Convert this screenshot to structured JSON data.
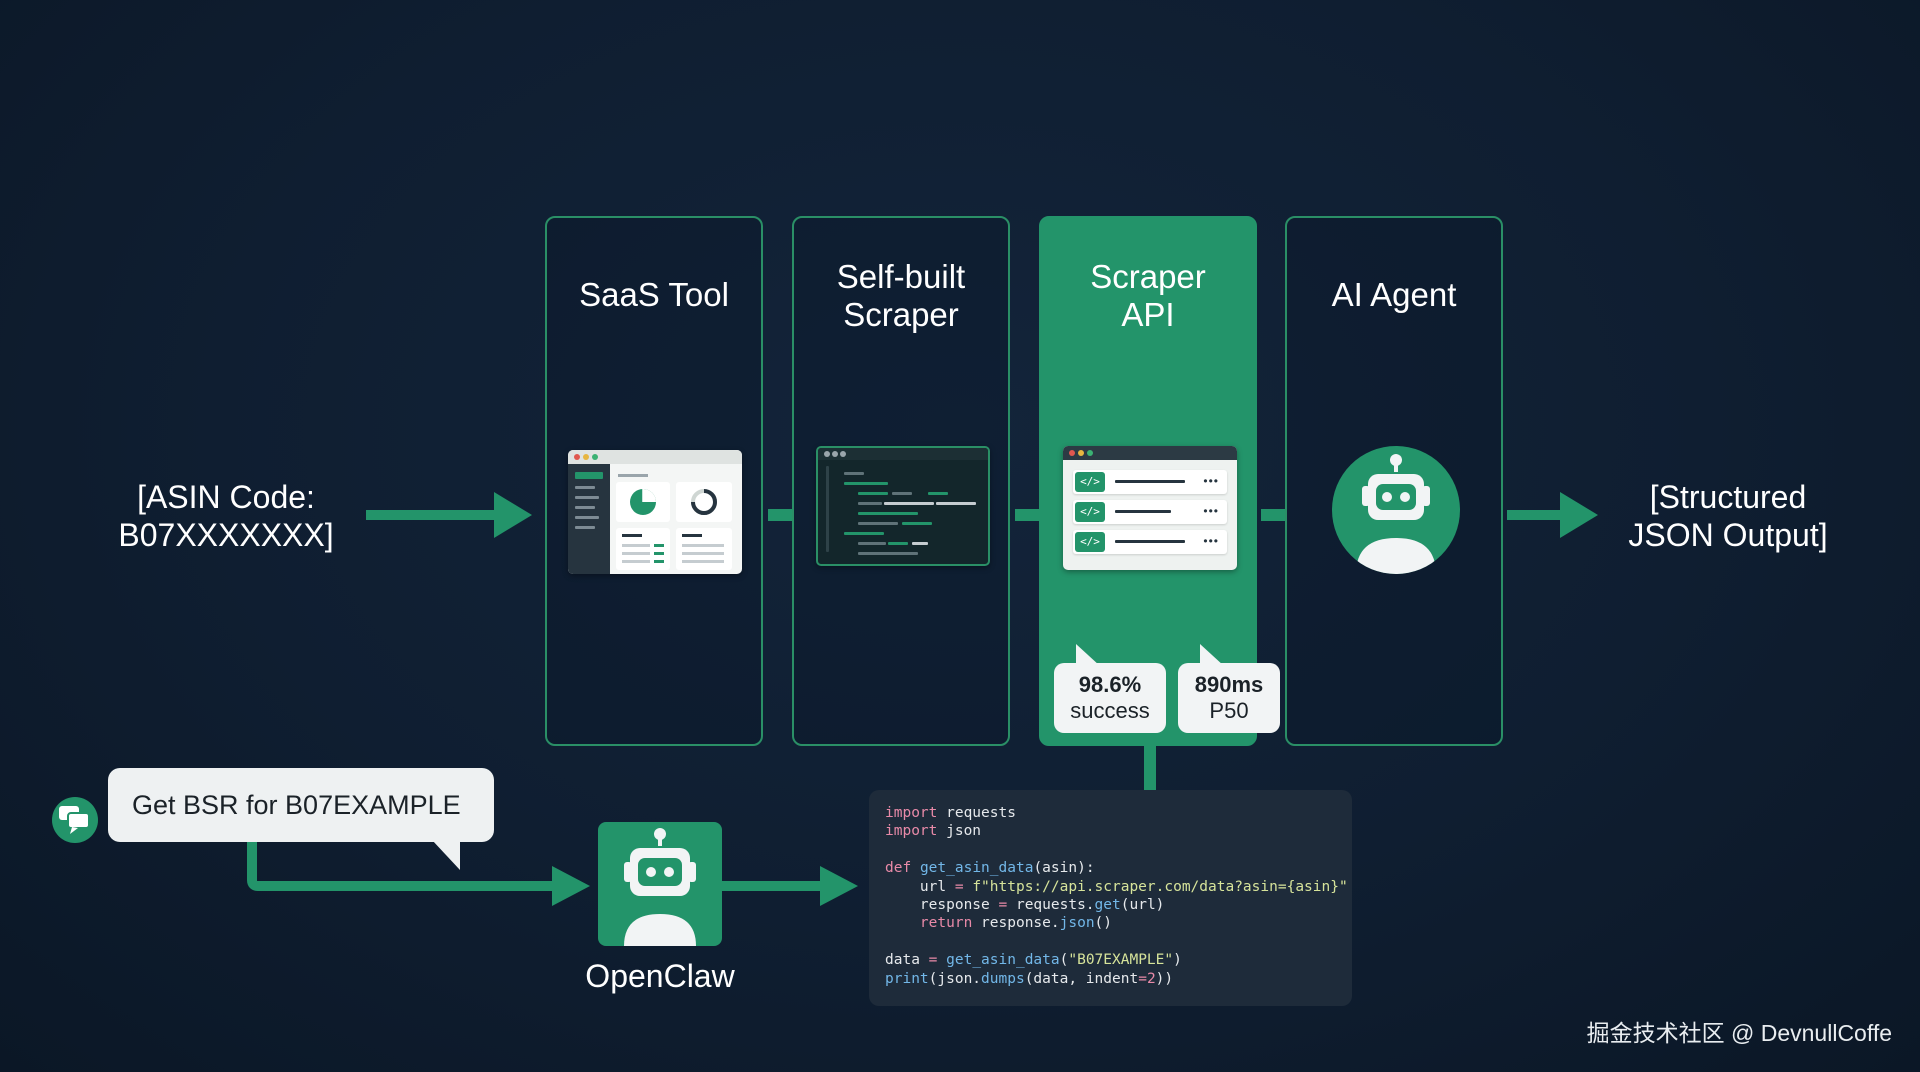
{
  "input_label": "[ASIN Code:\nB07XXXXXXX]",
  "output_label": "[Structured\nJSON Output]",
  "columns": [
    {
      "title": "SaaS Tool"
    },
    {
      "title": "Self-built\nScraper"
    },
    {
      "title": "Scraper\nAPI"
    },
    {
      "title": "AI Agent"
    }
  ],
  "api_row_tag": "</>",
  "api_row_dots": "•••",
  "metrics": [
    {
      "value": "98.6%",
      "label": "success"
    },
    {
      "value": "890ms",
      "label": "P50"
    }
  ],
  "chat_message": "Get BSR for B07EXAMPLE",
  "agent_name": "OpenClaw",
  "code_lines": [
    [
      {
        "t": "import",
        "c": "kw"
      },
      {
        "t": " requests"
      }
    ],
    [
      {
        "t": "import",
        "c": "kw"
      },
      {
        "t": " json"
      }
    ],
    [],
    [
      {
        "t": "def",
        "c": "kw"
      },
      {
        "t": " "
      },
      {
        "t": "get_asin_data",
        "c": "fn"
      },
      {
        "t": "(asin):"
      }
    ],
    [
      {
        "t": "    url "
      },
      {
        "t": "=",
        "c": "kw"
      },
      {
        "t": " "
      },
      {
        "t": "f\"https://api.scraper.com/data?asin={asin}\"",
        "c": "st"
      }
    ],
    [
      {
        "t": "    response "
      },
      {
        "t": "=",
        "c": "kw"
      },
      {
        "t": " requests."
      },
      {
        "t": "get",
        "c": "fn"
      },
      {
        "t": "(url)"
      }
    ],
    [
      {
        "t": "    "
      },
      {
        "t": "return",
        "c": "kw"
      },
      {
        "t": " response."
      },
      {
        "t": "json",
        "c": "fn"
      },
      {
        "t": "()"
      }
    ],
    [],
    [
      {
        "t": "data "
      },
      {
        "t": "=",
        "c": "kw"
      },
      {
        "t": " "
      },
      {
        "t": "get_asin_data",
        "c": "fn"
      },
      {
        "t": "("
      },
      {
        "t": "\"B07EXAMPLE\"",
        "c": "st"
      },
      {
        "t": ")"
      }
    ],
    [
      {
        "t": "print",
        "c": "fn"
      },
      {
        "t": "(json."
      },
      {
        "t": "dumps",
        "c": "fn"
      },
      {
        "t": "(data, indent"
      },
      {
        "t": "=",
        "c": "kw"
      },
      {
        "t": "2",
        "c": "nm"
      },
      {
        "t": "))"
      }
    ]
  ],
  "watermark": "掘金技术社区 @ DevnullCoffe",
  "colors": {
    "background": "#0f1e31",
    "accent": "#23946a",
    "border": "#2a8f66",
    "code_bg": "#1e2b3a"
  }
}
